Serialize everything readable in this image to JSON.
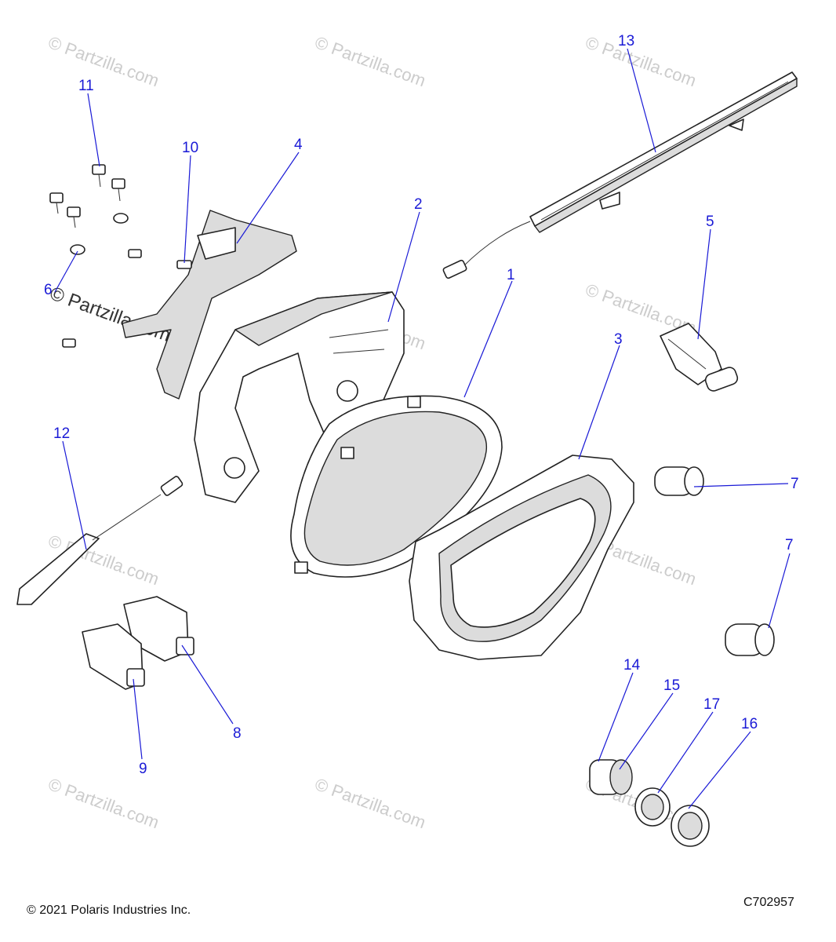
{
  "footer": {
    "copyright": "© 2021 Polaris Industries Inc.",
    "diagram_code": "C702957"
  },
  "watermark": {
    "text": "© Partzilla.com"
  },
  "callouts": {
    "c1": "1",
    "c2": "2",
    "c3": "3",
    "c4": "4",
    "c5": "5",
    "c6": "6",
    "c7a": "7",
    "c7b": "7",
    "c8": "8",
    "c9": "9",
    "c10": "10",
    "c11": "11",
    "c12": "12",
    "c13": "13",
    "c14": "14",
    "c15": "15",
    "c16": "16",
    "c17": "17"
  },
  "colors": {
    "callout": "#1a1ad6",
    "watermark": "#cccccc"
  }
}
